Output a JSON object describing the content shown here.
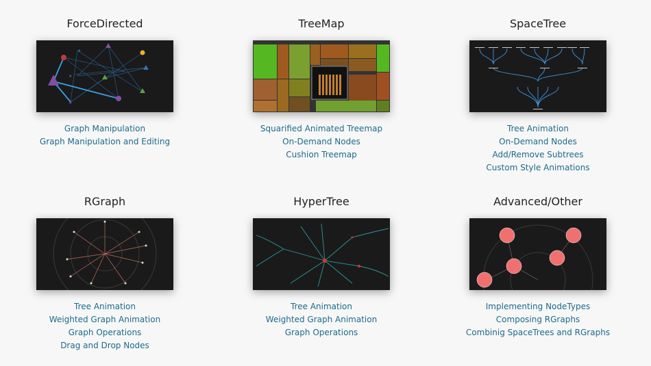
{
  "demos": [
    {
      "title": "ForceDirected",
      "links": [
        "Graph Manipulation",
        "Graph Manipulation and Editing"
      ]
    },
    {
      "title": "TreeMap",
      "links": [
        "Squarified Animated Treemap",
        "On-Demand Nodes",
        "Cushion Treemap"
      ]
    },
    {
      "title": "SpaceTree",
      "links": [
        "Tree Animation",
        "On-Demand Nodes",
        "Add/Remove Subtrees",
        "Custom Style Animations"
      ]
    },
    {
      "title": "RGraph",
      "links": [
        "Tree Animation",
        "Weighted Graph Animation",
        "Graph Operations",
        "Drag and Drop Nodes"
      ]
    },
    {
      "title": "HyperTree",
      "links": [
        "Tree Animation",
        "Weighted Graph Animation",
        "Graph Operations"
      ]
    },
    {
      "title": "Advanced/Other",
      "links": [
        "Implementing NodeTypes",
        "Composing RGraphs",
        "Combinig SpaceTrees and RGraphs"
      ]
    }
  ],
  "colors": {
    "link": "#1c6a8c",
    "background": "#f7f7f7",
    "thumb_bg": "#1a1a1a"
  }
}
